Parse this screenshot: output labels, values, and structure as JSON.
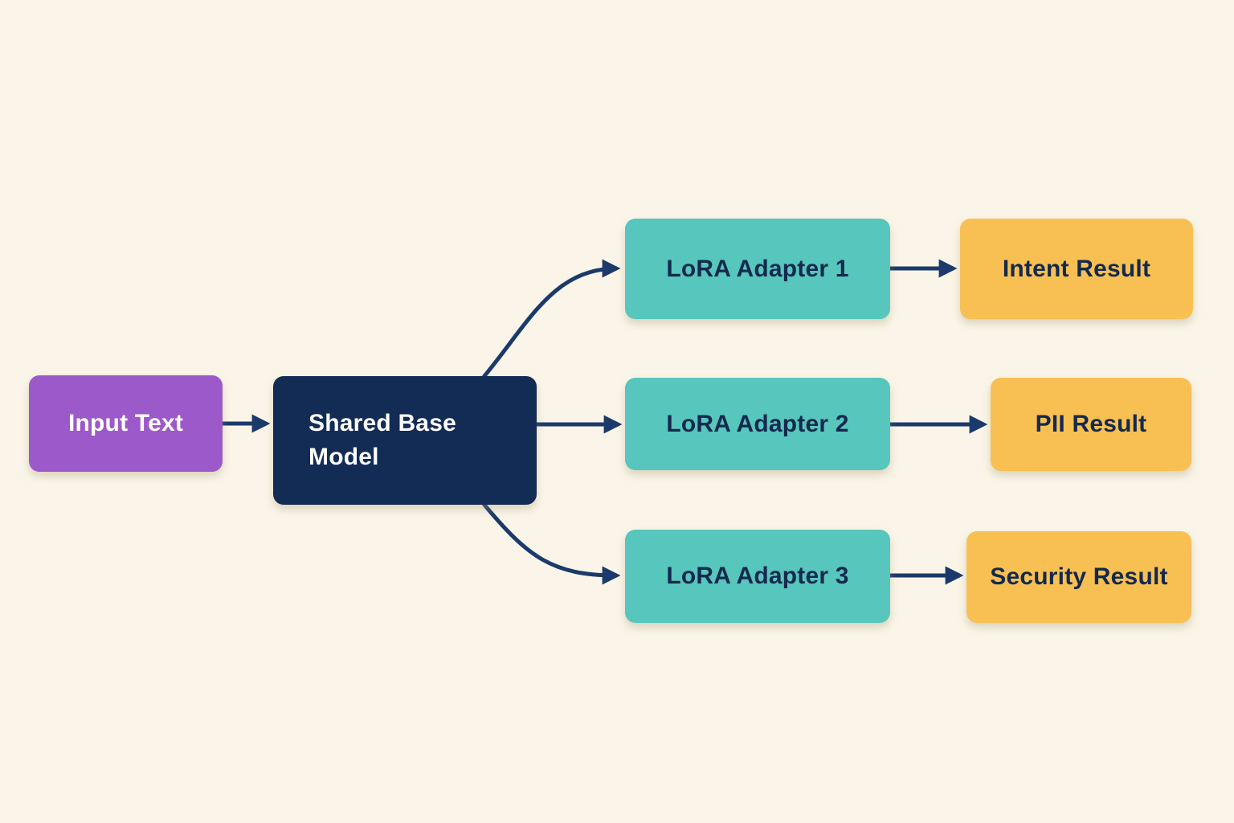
{
  "diagram": {
    "type": "flowchart",
    "nodes": {
      "input": {
        "label": "Input Text",
        "color": "#9c59c9",
        "text_color": "#ffffff"
      },
      "base": {
        "label": "Shared Base Model",
        "color": "#132c55",
        "text_color": "#ffffff"
      },
      "adapter1": {
        "label": "LoRA Adapter 1",
        "color": "#57c6bd",
        "text_color": "#14294d"
      },
      "adapter2": {
        "label": "LoRA Adapter 2",
        "color": "#57c6bd",
        "text_color": "#14294d"
      },
      "adapter3": {
        "label": "LoRA Adapter 3",
        "color": "#57c6bd",
        "text_color": "#14294d"
      },
      "result1": {
        "label": "Intent Result",
        "color": "#f8c053",
        "text_color": "#14294d"
      },
      "result2": {
        "label": "PII Result",
        "color": "#f8c053",
        "text_color": "#14294d"
      },
      "result3": {
        "label": "Security Result",
        "color": "#f8c053",
        "text_color": "#14294d"
      }
    },
    "edges": [
      {
        "from": "input",
        "to": "base"
      },
      {
        "from": "base",
        "to": "adapter1"
      },
      {
        "from": "base",
        "to": "adapter2"
      },
      {
        "from": "base",
        "to": "adapter3"
      },
      {
        "from": "adapter1",
        "to": "result1"
      },
      {
        "from": "adapter2",
        "to": "result2"
      },
      {
        "from": "adapter3",
        "to": "result3"
      }
    ],
    "colors": {
      "background": "#faf5e8",
      "arrow": "#1b3a6b"
    }
  }
}
